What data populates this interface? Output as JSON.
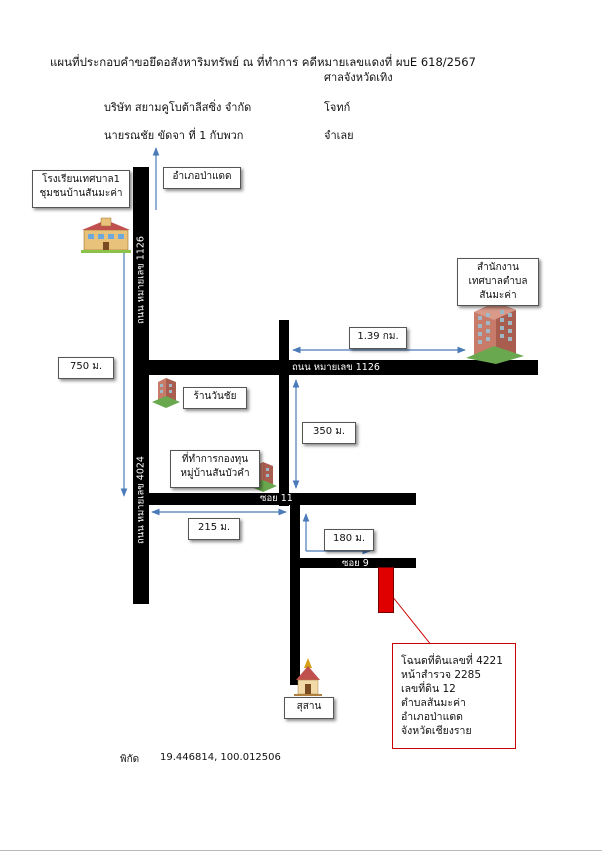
{
  "header": {
    "line1": "แผนที่ประกอบคำขอยึดอสังหาริมทรัพย์ ณ  ที่ทำการ  คดีหมายเลขแดงที่ ผบE 618/2567",
    "court": "ศาลจังหวัดเทิง",
    "plaintiff_name": "บริษัท  สยามคูโบต้าลีสซิ่ง  จำกัด",
    "plaintiff_role": "โจทก์",
    "defendant_name": "นายรณชัย   ขัดจา  ที่ 1  กับพวก",
    "defendant_role": "จำเลย"
  },
  "labels": {
    "school": "โรงเรียนเทศบาล1 ชุมชนบ้านสันมะค่า",
    "district_direction": "อำเภอป่าแดด",
    "municipal_office": "สำนักงาน เทศบาลตำบล สันมะค่า",
    "shop": "ร้านวันชัย",
    "fund_office": "ที่ทำการกองทุน หมู่บ้านสันบัวคำ",
    "cemetery": "สุสาน"
  },
  "roads": {
    "road_1126_vertical": "ถนน หมายเลข 1126",
    "road_1126_horizontal": "ถนน หมายเลข 1126",
    "road_4024": "ถนน หมายเลข 4024",
    "soi_11": "ซอย 11",
    "soi_9": "ซอย 9"
  },
  "distances": {
    "d_1_39km": "1.39 กม.",
    "d_750m": "750 ม.",
    "d_350m": "350 ม.",
    "d_215m": "215 ม.",
    "d_180m": "180 ม."
  },
  "parcel": {
    "line1": "โฉนดที่ดินเลขที่ 4221",
    "line2": "หน้าสำรวจ 2285",
    "line3": "เลขที่ดิน 12",
    "line4": "ตำบลสันมะค่า",
    "line5": "อำเภอป่าแดด",
    "line6": "จังหวัดเชียงราย",
    "marker_color": "#e00000",
    "callout_color": "#cc0000"
  },
  "footer": {
    "coord_label": "พิกัด",
    "coord_value": "19.446814, 100.012506"
  },
  "colors": {
    "road": "#000000",
    "arrow": "#4a7ab8"
  }
}
